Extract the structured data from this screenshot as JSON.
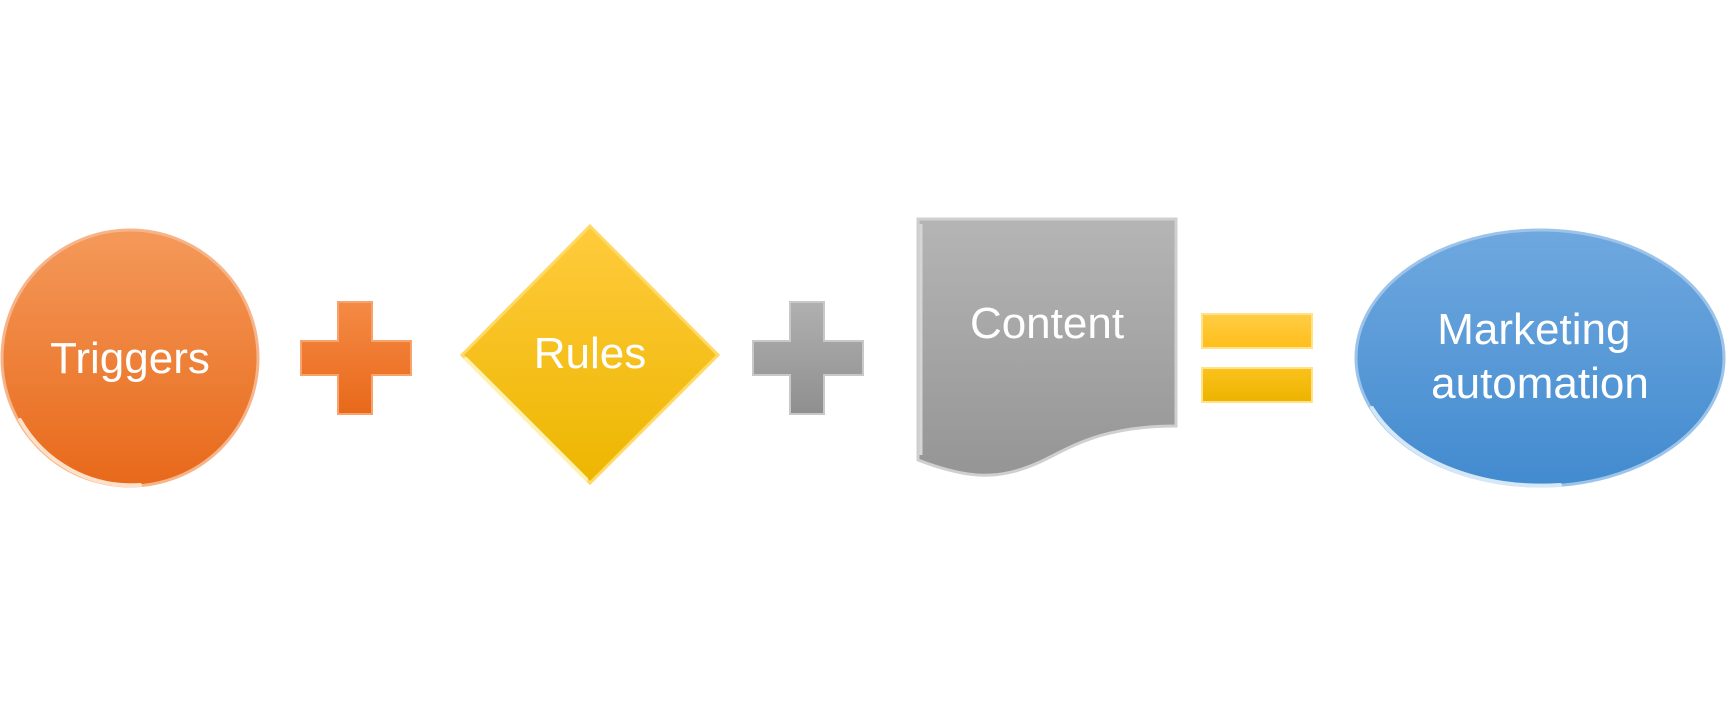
{
  "diagram": {
    "nodes": [
      {
        "id": "triggers",
        "label": "Triggers",
        "shape": "circle",
        "color": "#F07A28"
      },
      {
        "id": "rules",
        "label": "Rules",
        "shape": "diamond",
        "color": "#FFC000"
      },
      {
        "id": "content",
        "label": "Content",
        "shape": "document",
        "color": "#A6A6A6"
      },
      {
        "id": "marketing-automation",
        "label_lines": [
          "Marketing",
          "automation"
        ],
        "shape": "ellipse",
        "color": "#5B9BD5"
      }
    ],
    "operators": [
      {
        "id": "plus-1",
        "symbol": "plus",
        "color": "#F07A28"
      },
      {
        "id": "plus-2",
        "symbol": "plus",
        "color": "#A6A6A6"
      },
      {
        "id": "equals",
        "symbol": "equals",
        "color": "#FFC000"
      }
    ]
  }
}
